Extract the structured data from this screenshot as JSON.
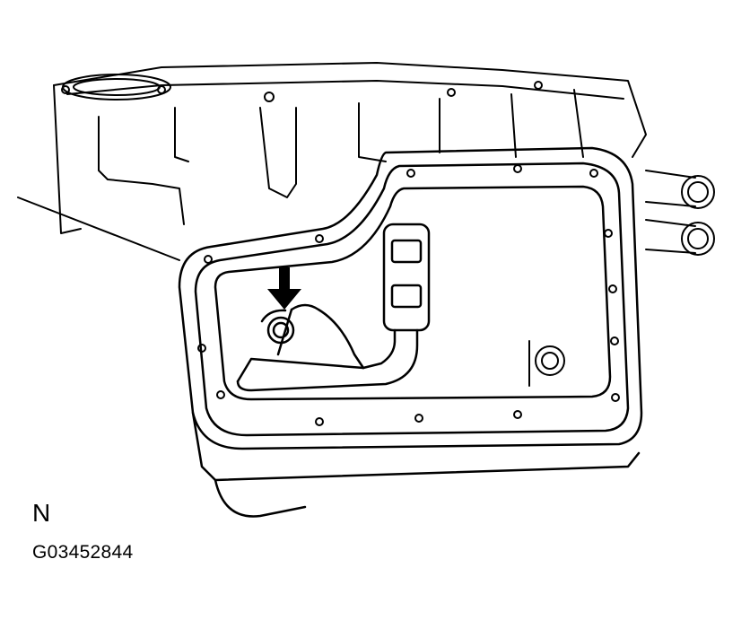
{
  "figure": {
    "view_label": "N",
    "figure_id": "G03452844",
    "subject": "engine oil pan with oil strainer/pickup, arrow indicating bolt"
  },
  "annotations": [
    {
      "type": "arrow",
      "direction": "down",
      "target": "strainer-bolt"
    }
  ],
  "colors": {
    "background": "#ffffff",
    "line": "#000000"
  }
}
